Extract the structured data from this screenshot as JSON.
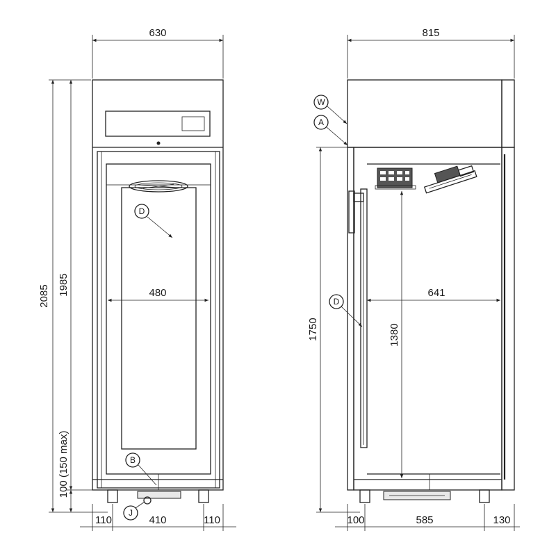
{
  "front_view": {
    "dims": {
      "width_total": "630",
      "height_total": "2085",
      "height_body": "1985",
      "height_feet": "100 (150 max)",
      "feet_gap": "100",
      "interior_width": "480",
      "left_offset": "110",
      "feet_spacing": "410",
      "right_offset": "110"
    },
    "callouts": {
      "drain": "D",
      "base": "B",
      "pump": "J"
    }
  },
  "side_view": {
    "dims": {
      "depth_total": "815",
      "height_usable": "1750",
      "interior_depth": "641",
      "shelf_height": "1380",
      "front_offset": "100",
      "feet_depth": "585",
      "rear_offset": "130"
    },
    "callouts": {
      "water": "W",
      "air": "A",
      "drain": "D"
    }
  }
}
